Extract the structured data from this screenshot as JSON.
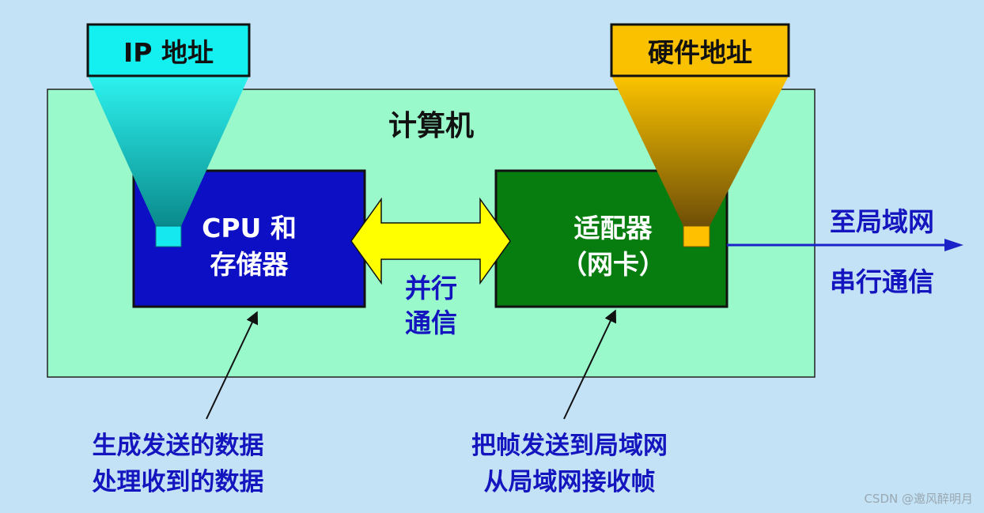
{
  "labels": {
    "ip_address": "IP 地址",
    "hardware_address": "硬件地址",
    "computer": "计算机",
    "cpu_line1": "CPU 和",
    "cpu_line2": "存储器",
    "adapter_line1": "适配器",
    "adapter_line2": "（网卡）",
    "parallel_line1": "并行",
    "parallel_line2": "通信",
    "to_lan": "至局域网",
    "serial": "串行通信",
    "cpu_note_line1": "生成发送的数据",
    "cpu_note_line2": "处理收到的数据",
    "adapter_note_line1": "把帧发送到局域网",
    "adapter_note_line2": "从局域网接收帧",
    "watermark": "CSDN @邀风醉明月"
  },
  "colors": {
    "background": "#c3e2f5",
    "computer_fill": "#99f9cb",
    "cpu_fill": "#0d0fc4",
    "adapter_fill": "#077d10",
    "ip_label_fill": "#14f0f0",
    "hw_label_fill": "#f9c100",
    "arrow_fill": "#ffff00",
    "blue_text": "#1515c0",
    "link_line": "#1a22c8"
  }
}
